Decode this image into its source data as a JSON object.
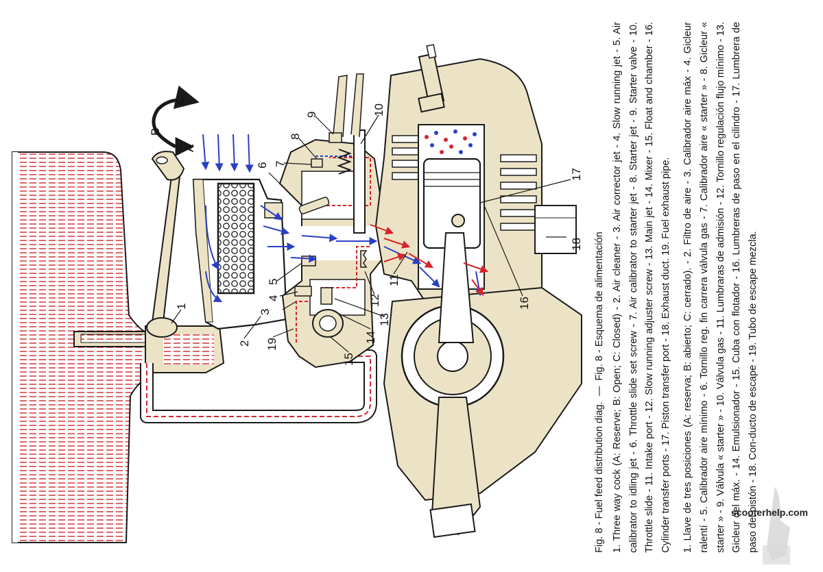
{
  "figure": {
    "caption_en": "Fig. 8 - Fuel feed distribution diag.",
    "caption_sep": "—",
    "caption_es": "Fig. 8 - Esquema de alimentación",
    "legend_en": "1. Three way cock (A: Reserve; B: Open; C: Closed) - 2. Air cleaner - 3. Air corrector jet - 4. Slow running jet - 5. Air calibrator to idling jet - 6. Throttle slide set screw - 7. Air calibrator to starter jet - 8. Starter jet - 9. Starter valve - 10. Throttle slide - 11. Intake port - 12. Slow running adjuster screw - 13. Main jet - 14. Mixer - 15. Float and chamber - 16. Cylinder transfer ports - 17. Piston transfer port - 18. Exhaust duct. 19. Fuel exhaust pipe.",
    "legend_es": "1. Llave de tres posiciones (A: reserva; B: abierto; C: cerrado). - 2. Filtro de aire - 3. Calibrador aire máx - 4. Gicleur ralentí - 5. Calibrador aire mínimo - 6. Tornillo reg. fin carrera válvula gas - 7. Calibrador aire « starter » - 8. Gicleur « starter » - 9. Válvula « starter » - 10. Válvula gas - 11. Lumbraras de admisión - 12. Tornillo regulación flujo mínimo - 13. Gicleur del máx. - 14. Emulsionador - 15. Cuba con flotador - 16. Lumbreras de paso en el cilindro - 17. Lumbrera de paso del pistón - 18. Con-ducto de escape - 19. Tubo de escape mezcla."
  },
  "callouts": {
    "n1": "1",
    "n2": "2",
    "n3": "3",
    "n4": "4",
    "n5": "5",
    "n6": "6",
    "n7": "7",
    "n8": "8",
    "n9": "9",
    "n10": "10",
    "n11": "11",
    "n12": "12",
    "n13": "13",
    "n14": "14",
    "n15": "15",
    "n16": "16",
    "n17": "17",
    "n18": "18",
    "n19": "19",
    "pos_a": "A",
    "pos_b": "B",
    "pos_c": "C"
  },
  "credit": "scooterhelp.com",
  "colors": {
    "fuel": "#d4242b",
    "air": "#2a3fc4",
    "metal": "#ece3c6",
    "ink": "#1a1a1a"
  }
}
